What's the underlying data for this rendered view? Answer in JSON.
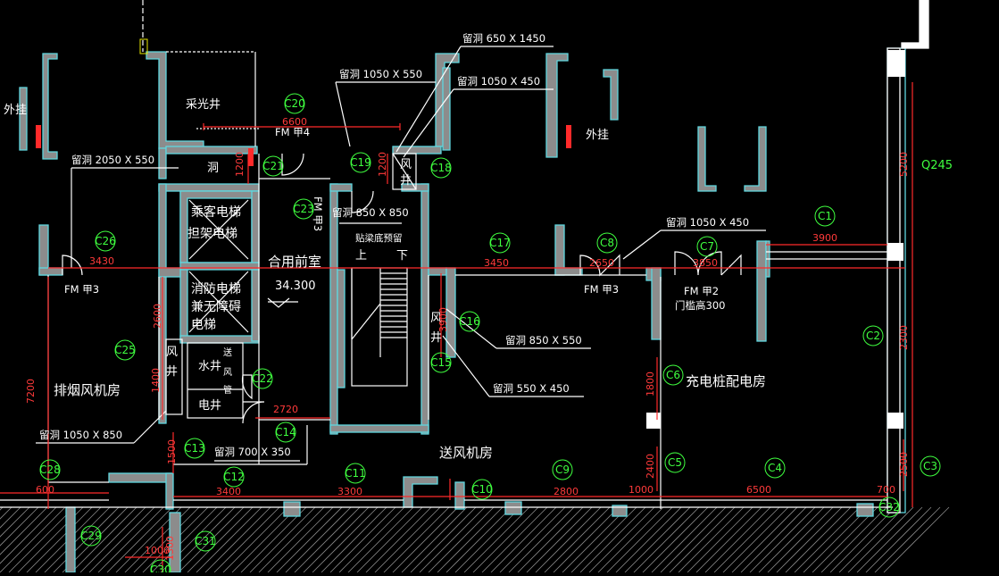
{
  "rooms": {
    "lightwell": "采光井",
    "shared_lobby": "合用前室",
    "elevation": "34.300",
    "passenger_elevator_1": "乘客电梯",
    "passenger_elevator_2": "担架电梯",
    "fire_elevator_1": "消防电梯",
    "fire_elevator_2": "兼无障碍",
    "fire_elevator_3": "电梯",
    "smoke_fan_room": "排烟风机房",
    "supply_fan_room": "送风机房",
    "charging_room": "充电桩配电房",
    "water_well": "水井",
    "elec_well": "电井",
    "air_shaft_1": "风",
    "air_shaft_2": "井",
    "air_shaft_left_1": "风",
    "air_shaft_left_2": "井",
    "air_shaft_mid_1": "风",
    "air_shaft_mid_2": "井",
    "hole_label": "洞",
    "stair_up": "上",
    "stair_down": "下",
    "stair_note": "贴梁底预留",
    "external_left": "外挂",
    "external_right": "外挂",
    "shaft_small_1": "送",
    "shaft_small_2": "风",
    "shaft_small_3": "管"
  },
  "openings": [
    "留洞 650  X 1450",
    "留洞 1050  X 550",
    "留洞 1050  X 450",
    "留洞 2050  X 550",
    "留洞 850  X 850",
    "留洞 1050  X 450",
    "留洞 850  X 550",
    "留洞 550  X 450",
    "留洞 1050  X 850",
    "留洞 700  X 350"
  ],
  "doors": {
    "fm1": "FM 甲4",
    "fm2": "FM 甲3",
    "fm3": "FM 甲3",
    "fm4": "FM 甲2",
    "fm4_note": "门槛高300",
    "fm5": "FM 甲3"
  },
  "dimensions": {
    "d6600": "6600",
    "d3900": "3900",
    "d3450": "3450",
    "d2650": "2650",
    "d3850": "3850",
    "d3400": "3400",
    "d3300": "3300",
    "d2800": "2800",
    "d1000a": "1000",
    "d6500": "6500",
    "d700": "700",
    "d2720": "2720",
    "d3430": "3430",
    "d600": "600",
    "d1000b": "1000",
    "v1200a": "1200",
    "v1200b": "1200",
    "v5200": "5200",
    "v2300": "2300",
    "v2500": "2500",
    "v2400": "2400",
    "v7200": "7200",
    "v1500": "1500",
    "v2600": "2600",
    "v1400": "1400",
    "v1800": "1800",
    "v3900": "3900",
    "v1300": "1300"
  },
  "tag_right": "Q245",
  "circle_labels": [
    "C20",
    "C21",
    "C19",
    "C18",
    "C23",
    "C1",
    "C17",
    "C8",
    "C7",
    "C26",
    "C25",
    "C16",
    "C15",
    "C22",
    "C6",
    "C2",
    "C14",
    "C13",
    "C12",
    "C11",
    "C10",
    "C9",
    "C5",
    "C4",
    "C3",
    "C28",
    "C29",
    "C31",
    "C30",
    "C32"
  ]
}
